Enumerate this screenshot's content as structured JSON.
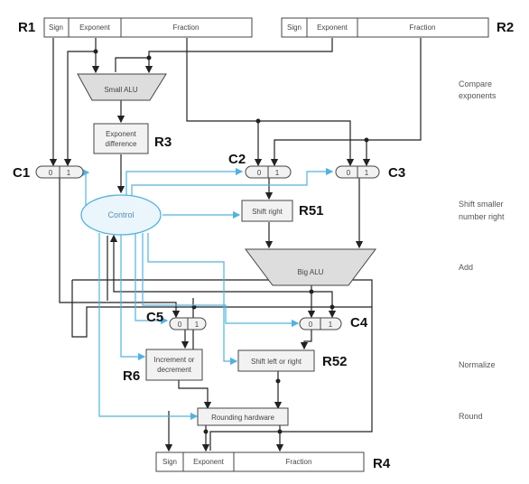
{
  "registers": {
    "r1": {
      "name": "R1",
      "sign": "Sign",
      "exponent": "Exponent",
      "fraction": "Fraction"
    },
    "r2": {
      "name": "R2",
      "sign": "Sign",
      "exponent": "Exponent",
      "fraction": "Fraction"
    },
    "r4": {
      "name": "R4",
      "sign": "Sign",
      "exponent": "Exponent",
      "fraction": "Fraction"
    }
  },
  "blocks": {
    "small_alu": "Small ALU",
    "exp_diff_1": "Exponent",
    "exp_diff_2": "difference",
    "r3": "R3",
    "control": "Control",
    "shift_right": "Shift right",
    "r51": "R51",
    "big_alu": "Big ALU",
    "inc_1": "Increment or",
    "inc_2": "decrement",
    "r6": "R6",
    "shift_lr": "Shift left or right",
    "r52": "R52",
    "rounding": "Rounding hardware"
  },
  "muxes": {
    "c1": {
      "name": "C1",
      "in0": "0",
      "in1": "1"
    },
    "c2": {
      "name": "C2",
      "in0": "0",
      "in1": "1"
    },
    "c3": {
      "name": "C3",
      "in0": "0",
      "in1": "1"
    },
    "c4": {
      "name": "C4",
      "in0": "0",
      "in1": "1"
    },
    "c5": {
      "name": "C5",
      "in0": "0",
      "in1": "1"
    }
  },
  "steps": {
    "compare_1": "Compare",
    "compare_2": "exponents",
    "shift_1": "Shift smaller",
    "shift_2": "number right",
    "add": "Add",
    "normalize": "Normalize",
    "round": "Round"
  },
  "colors": {
    "control_line": "#4db3e6",
    "wire": "#222222"
  }
}
